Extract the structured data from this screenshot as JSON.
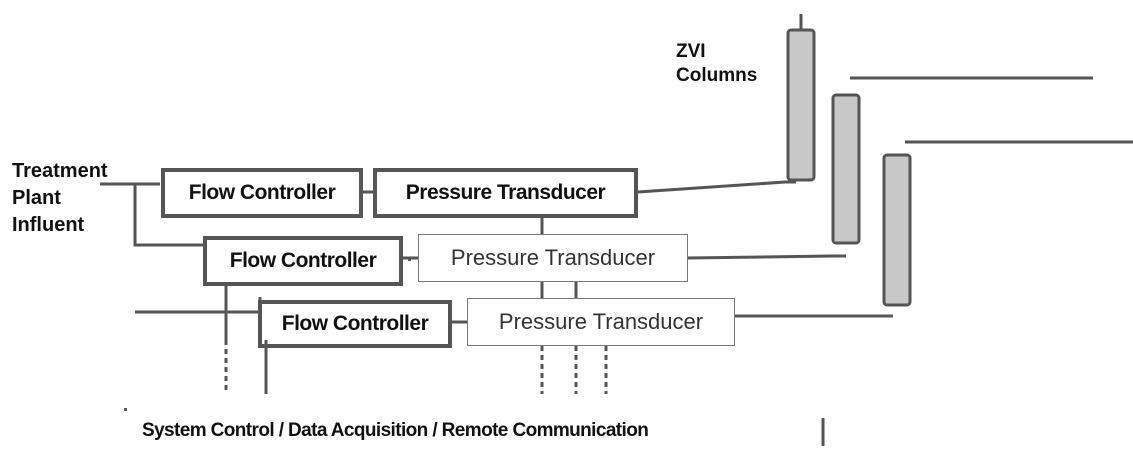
{
  "inlet_label": {
    "line1": "Treatment",
    "line2": "Plant",
    "line3": "Influent"
  },
  "column_label": {
    "line1": "ZVI",
    "line2": "Columns"
  },
  "flow_controller_1": "Flow Controller",
  "flow_controller_2": "Flow Controller",
  "flow_controller_3": "Flow Controller",
  "pressure_transducer_1": "Pressure Transducer",
  "pressure_transducer_2": "Pressure Transducer",
  "pressure_transducer_3": "Pressure Transducer",
  "system_label": "System Control / Data Acquisition / Remote Communication",
  "colors": {
    "line": "#555555",
    "column_fill": "#c8c8c8",
    "column_stroke": "#555555"
  }
}
